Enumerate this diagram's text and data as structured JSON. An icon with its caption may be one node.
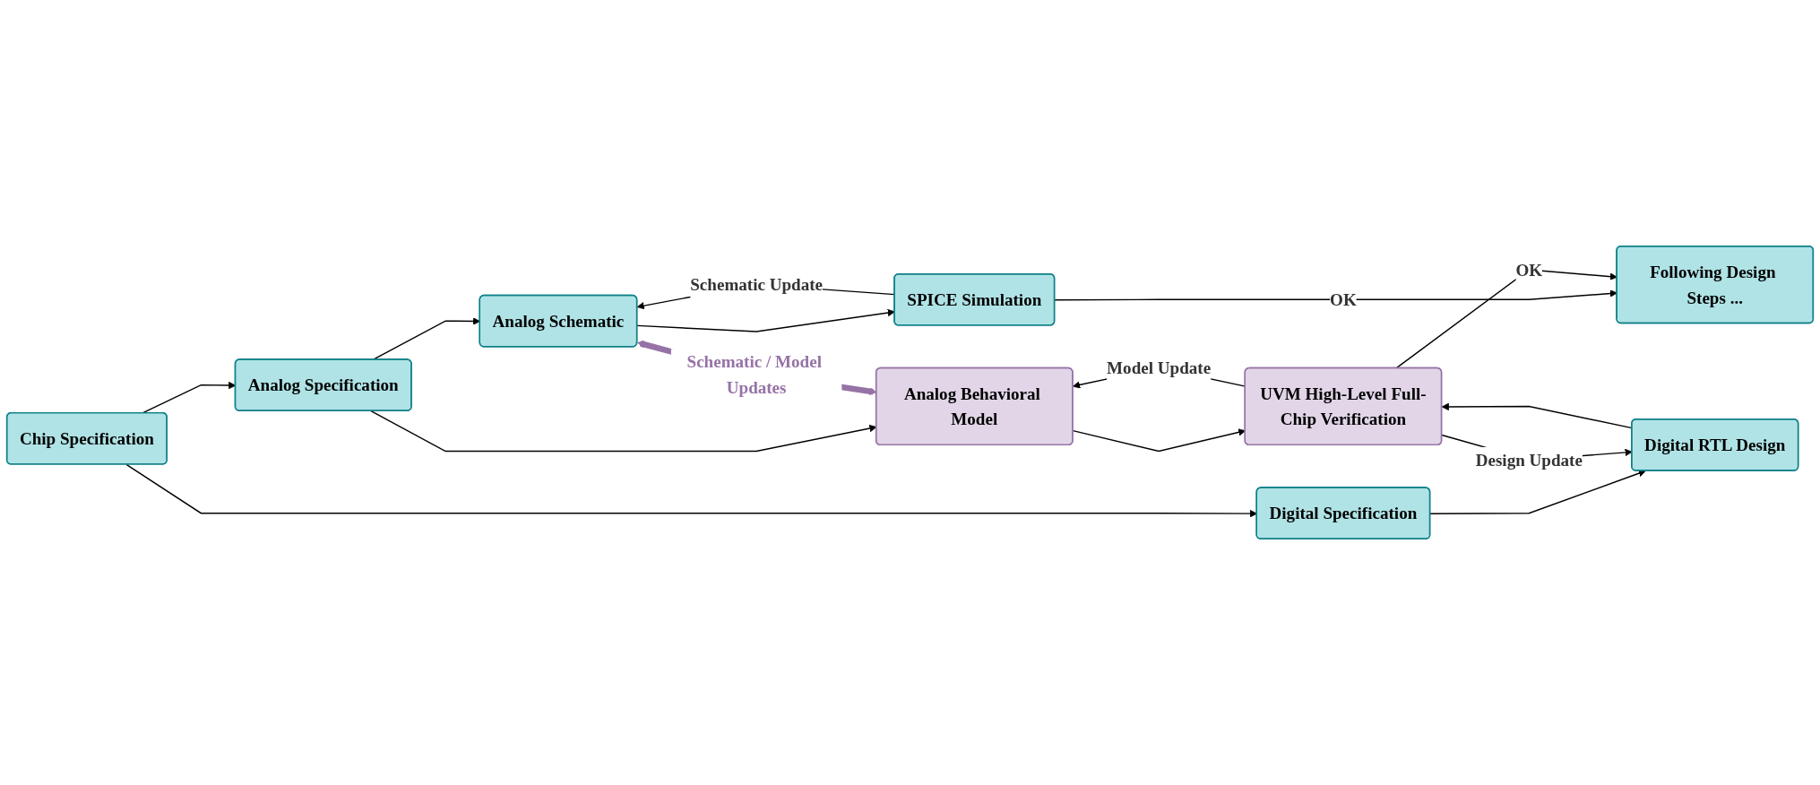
{
  "diagram": {
    "nodes": [
      {
        "text": [
          "Chip Specification"
        ]
      },
      {
        "text": [
          "Analog Specification"
        ]
      },
      {
        "text": [
          "Analog Schematic"
        ]
      },
      {
        "text": [
          "SPICE Simulation"
        ]
      },
      {
        "text": [
          "Analog Behavioral Model"
        ]
      },
      {
        "text": [
          "Following Design Steps ..."
        ]
      },
      {
        "text": [
          "UVM High-Level Full-Chip Verification"
        ]
      },
      {
        "text": [
          "Digital Specification"
        ]
      },
      {
        "text": [
          "Digital RTL Design"
        ]
      }
    ],
    "edges": [
      {
        "from": 0,
        "to": 1,
        "arrow": "to"
      },
      {
        "from": 0,
        "to": 7,
        "arrow": "to"
      },
      {
        "from": 1,
        "to": 2,
        "arrow": "to"
      },
      {
        "from": 2,
        "to": 3,
        "arrow": "to"
      },
      {
        "from": 3,
        "to": 2,
        "arrow": "to",
        "label": "Schematic Update"
      },
      {
        "from": 3,
        "to": 5,
        "arrow": "to",
        "label": "OK"
      },
      {
        "from": 1,
        "to": 4,
        "arrow": "to"
      },
      {
        "from": 2,
        "to": 4,
        "arrow": "both",
        "label": "Schematic / Model Updates",
        "style": "thick",
        "color": "#9673a6"
      },
      {
        "from": 4,
        "to": 6,
        "arrow": "to"
      },
      {
        "from": 6,
        "to": 4,
        "arrow": "to",
        "label": "Model Update"
      },
      {
        "from": 7,
        "to": 8,
        "arrow": "to"
      },
      {
        "from": 8,
        "to": 6,
        "arrow": "to"
      },
      {
        "from": 6,
        "to": 8,
        "arrow": "to",
        "label": "Design Update"
      },
      {
        "from": 6,
        "to": 5,
        "arrow": "to",
        "label": "OK"
      }
    ]
  }
}
